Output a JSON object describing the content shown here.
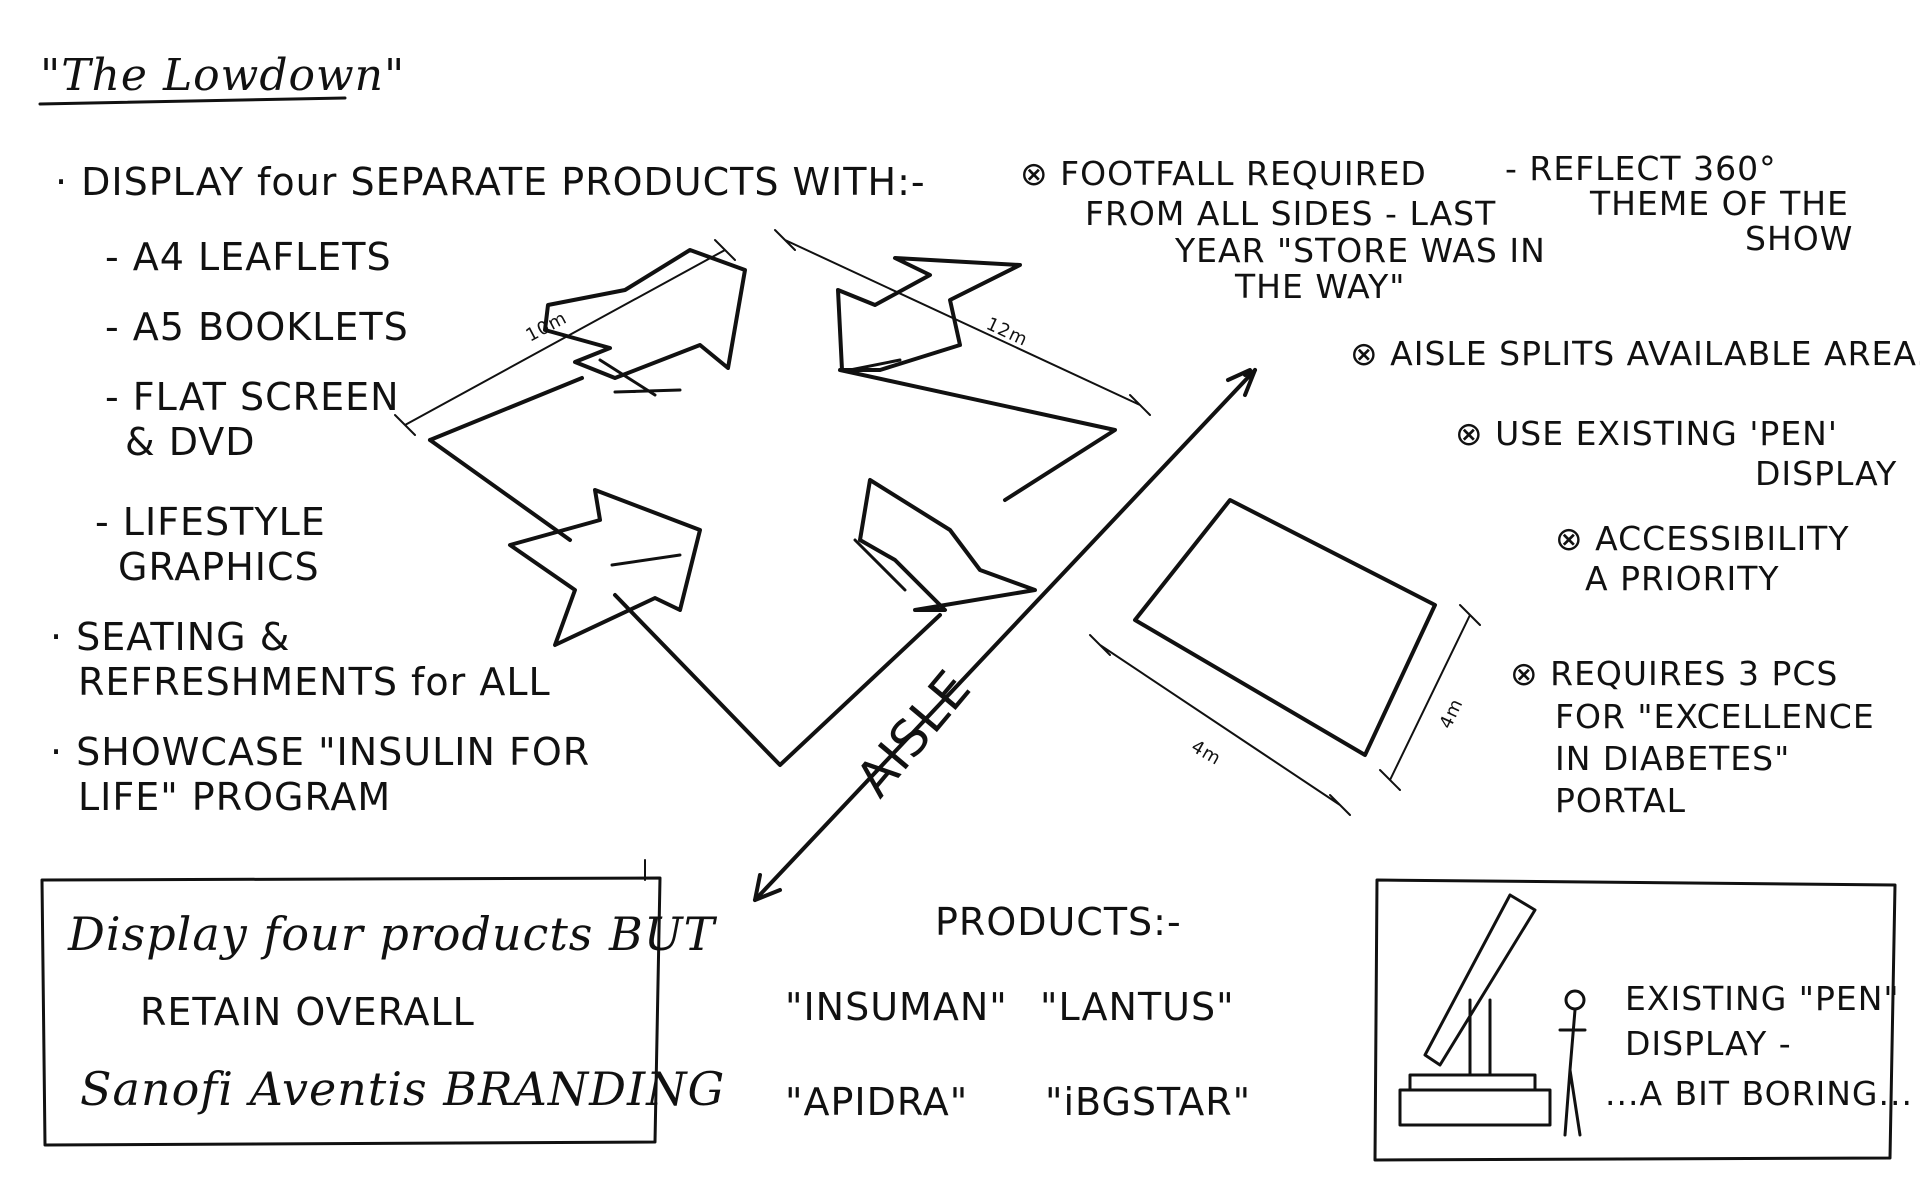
{
  "title": "\"The Lowdown\"",
  "left_notes": {
    "heading": "· DISPLAY four SEPARATE PRODUCTS WITH:-",
    "items": [
      "- A4 LEAFLETS",
      "- A5 BOOKLETS",
      "- FLAT SCREEN",
      "& DVD",
      "- LIFESTYLE",
      "GRAPHICS"
    ],
    "seating_1": "· SEATING &",
    "seating_2": "REFRESHMENTS for ALL",
    "showcase_1": "· SHOWCASE \"INSULIN FOR",
    "showcase_2": "LIFE\" PROGRAM"
  },
  "footfall": {
    "line1": "⊗ FOOTFALL REQUIRED",
    "line2": "FROM ALL SIDES - LAST",
    "line3": "YEAR \"STORE WAS IN",
    "line4": "THE WAY\""
  },
  "reflect": {
    "line1": "- REFLECT 360°",
    "line2": "THEME OF THE",
    "line3": "SHOW"
  },
  "right_notes": {
    "aisle_splits": "⊗ AISLE SPLITS AVAILABLE AREA.",
    "use_existing_1": "⊗ USE EXISTING 'PEN'",
    "use_existing_2": "DISPLAY",
    "access_1": "⊗ ACCESSIBILITY",
    "access_2": "A PRIORITY",
    "requires_1": "⊗ REQUIRES 3 PCS",
    "requires_2": "FOR \"EXCELLENCE",
    "requires_3": "IN DIABETES\"",
    "requires_4": "PORTAL"
  },
  "dimensions": {
    "left": "10m",
    "right": "12m",
    "small_bottom": "4m",
    "small_right": "4m"
  },
  "aisle_label": "AISLE",
  "branding_box": {
    "line1": "Display four products BUT",
    "line2": "RETAIN OVERALL",
    "line3": "Sanofi Aventis BRANDING"
  },
  "products": {
    "heading": "PRODUCTS:-",
    "items": [
      "\"INSUMAN\"",
      "\"LANTUS\"",
      "\"APIDRA\"",
      "\"iBGSTAR\""
    ]
  },
  "pen_box": {
    "line1": "EXISTING \"PEN\"",
    "line2": "DISPLAY -",
    "line3": "...A BIT BORING..."
  }
}
